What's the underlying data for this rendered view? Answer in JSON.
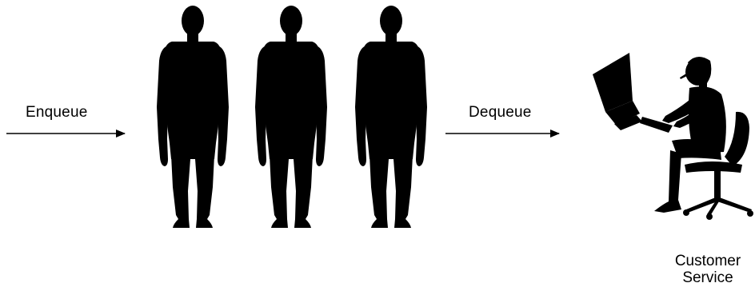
{
  "diagram": {
    "enqueue_label": "Enqueue",
    "dequeue_label": "Dequeue",
    "server_label_line1": "Customer",
    "server_label_line2": "Service",
    "queue_people_count": 3,
    "ink_color": "#000000",
    "background_color": "#ffffff"
  }
}
